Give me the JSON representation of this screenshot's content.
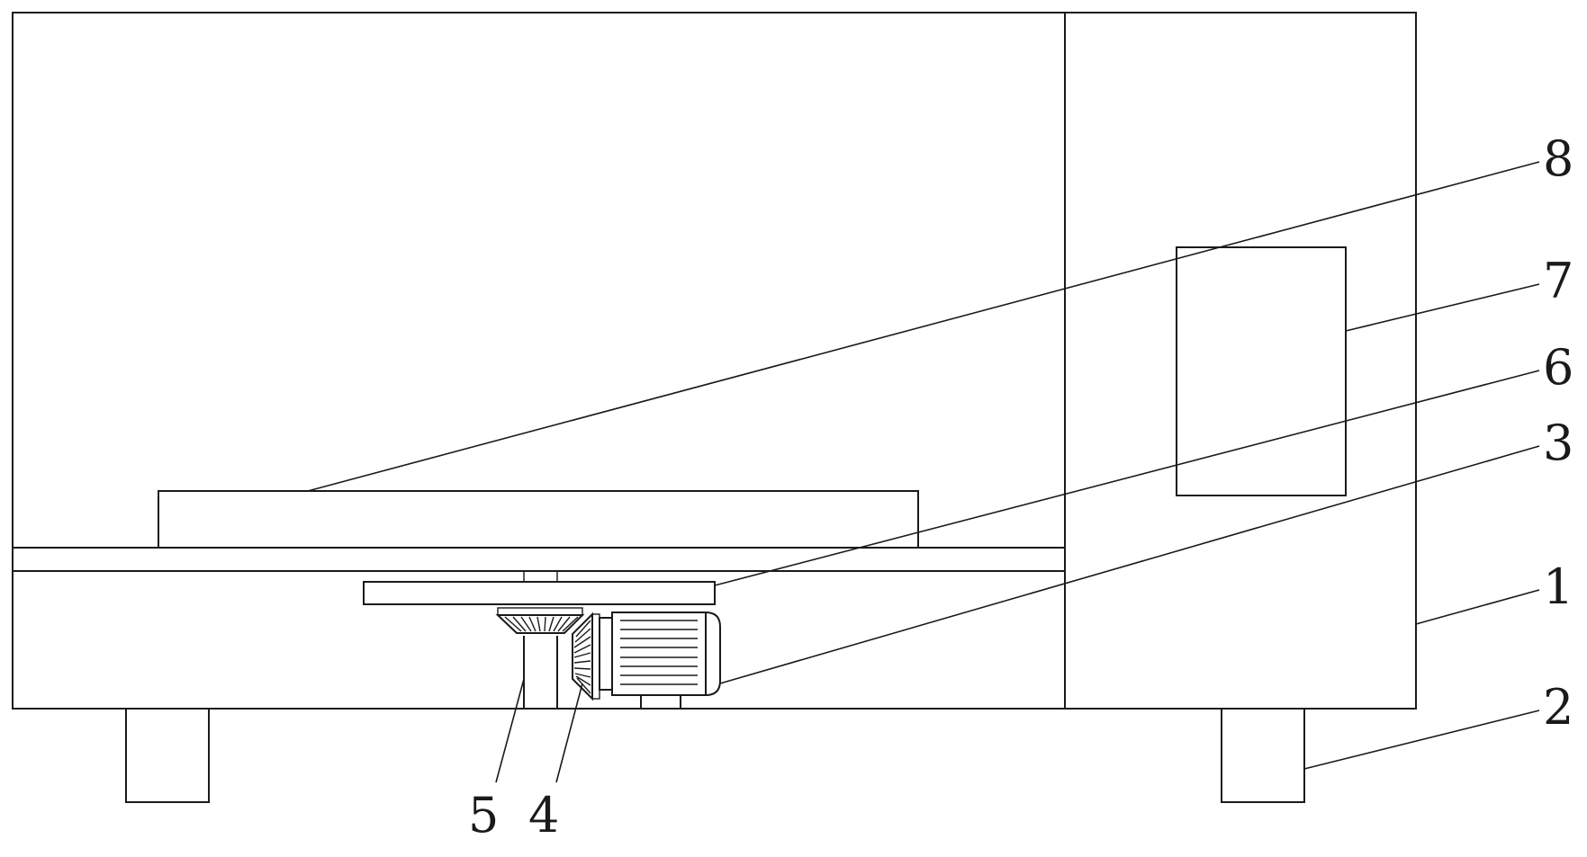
{
  "drawing": {
    "line_color": "#1a1a1a",
    "background_color": "#ffffff",
    "callouts": [
      {
        "id": "callout-1",
        "label": "1"
      },
      {
        "id": "callout-2",
        "label": "2"
      },
      {
        "id": "callout-3",
        "label": "3"
      },
      {
        "id": "callout-4",
        "label": "4"
      },
      {
        "id": "callout-5",
        "label": "5"
      },
      {
        "id": "callout-6",
        "label": "6"
      },
      {
        "id": "callout-7",
        "label": "7"
      },
      {
        "id": "callout-8",
        "label": "8"
      }
    ]
  }
}
